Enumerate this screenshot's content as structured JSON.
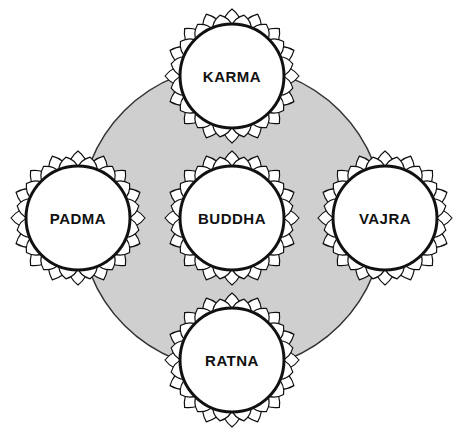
{
  "diagram": {
    "nodes": [
      {
        "text": [
          "KARMA"
        ]
      },
      {
        "text": [
          "PADMA"
        ]
      },
      {
        "text": [
          "BUDDHA"
        ]
      },
      {
        "text": [
          "VAJRA"
        ]
      },
      {
        "text": [
          "RATNA"
        ]
      }
    ]
  }
}
